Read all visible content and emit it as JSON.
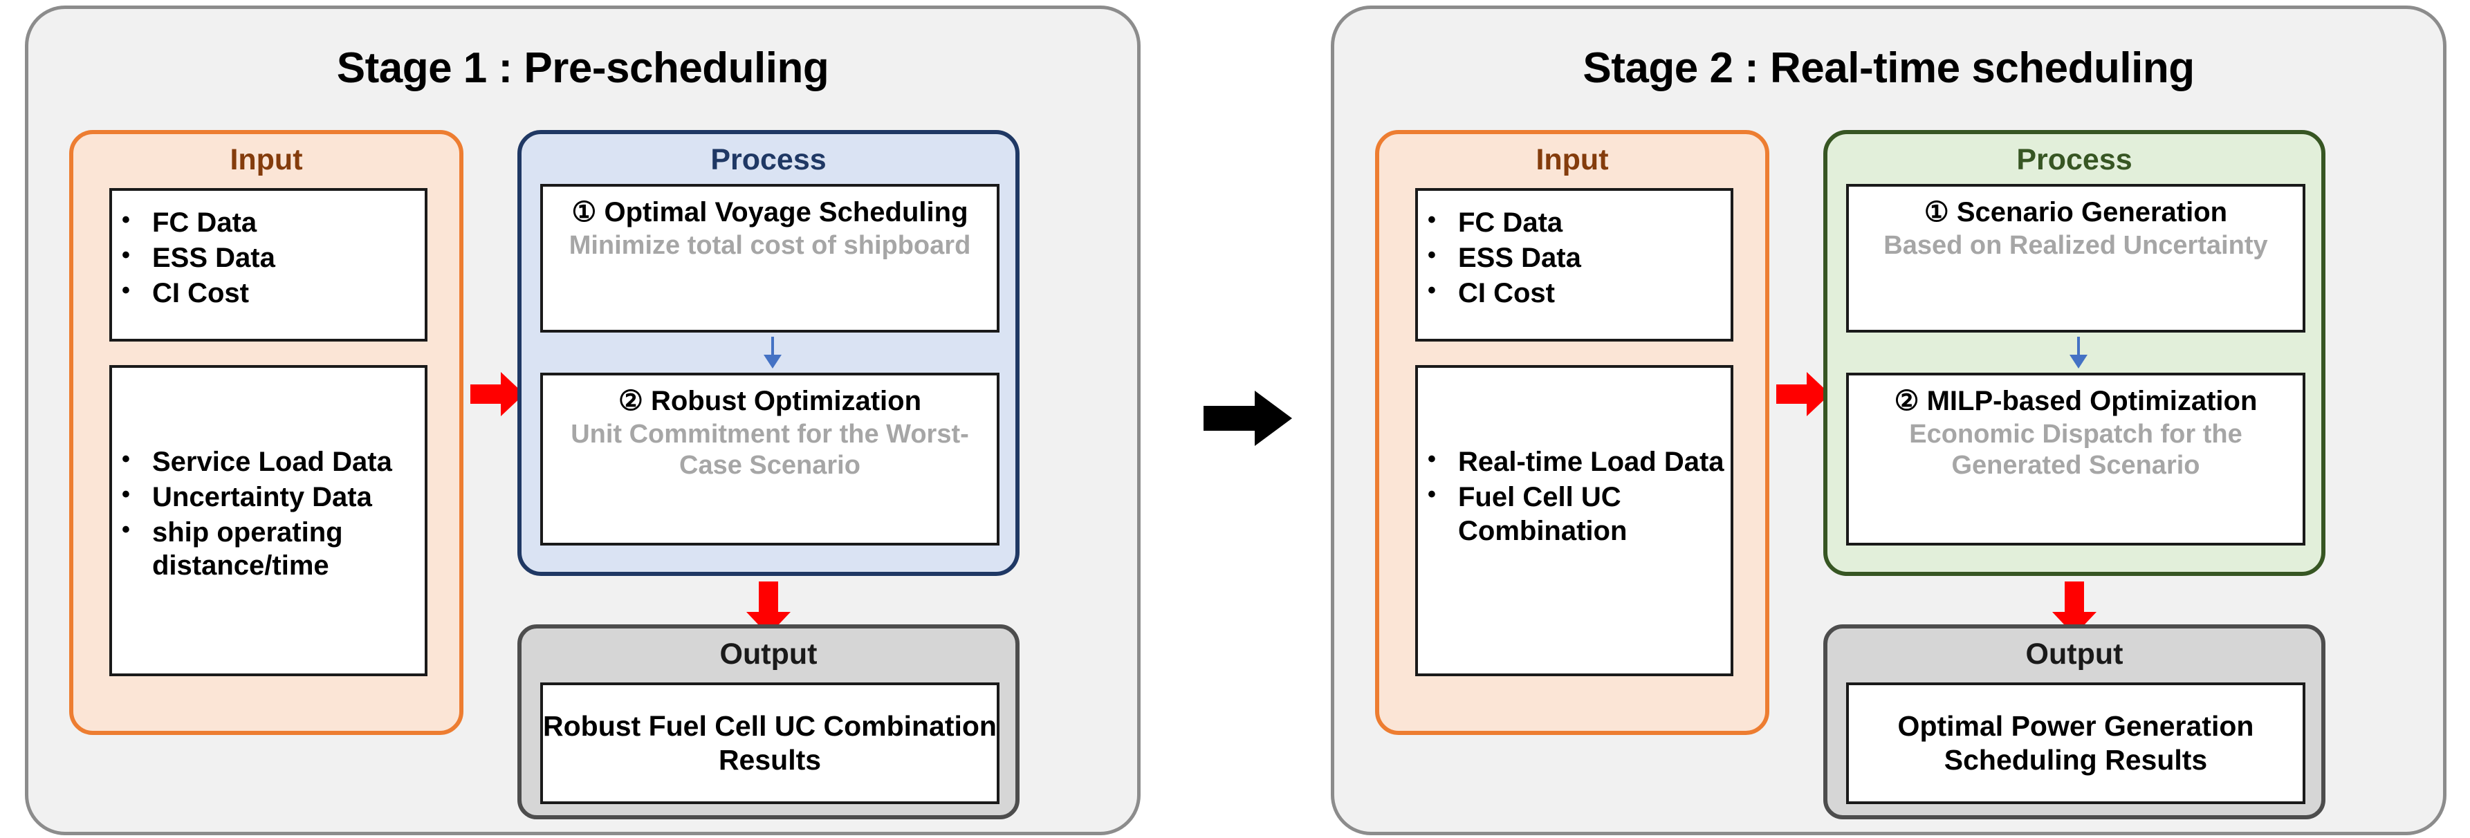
{
  "diagram": {
    "title_stage1": "Stage 1 : Pre-scheduling",
    "title_stage2": "Stage 2 : Real-time scheduling",
    "labels": {
      "input": "Input",
      "process": "Process",
      "output": "Output"
    },
    "colors": {
      "input_border": "#ED7D31",
      "input_fill": "#FBE5D6",
      "input_label": "#843C0C",
      "process1_border": "#1F3864",
      "process1_fill": "#DAE3F3",
      "process2_border": "#375623",
      "process2_fill": "#E2EFDA",
      "output_border": "#4D4D4D",
      "output_fill": "#D6D6D6",
      "panel_border": "#8C8C8C",
      "panel_fill": "#F1F1F1",
      "arrow_red": "#FF0000",
      "arrow_blue": "#4472C4",
      "arrow_black": "#000000",
      "subtitle_gray": "#A6A6A6"
    }
  },
  "stage1": {
    "title": "Stage 1 : Pre-scheduling",
    "input": {
      "label": "Input",
      "box1": [
        "FC Data",
        "ESS Data",
        "CI Cost"
      ],
      "box2": [
        "Service Load Data",
        "Uncertainty Data",
        "ship operating distance/time"
      ]
    },
    "process": {
      "label": "Process",
      "steps": [
        {
          "marker": "①",
          "title": "Optimal Voyage Scheduling",
          "subtitle": "Minimize total cost of shipboard"
        },
        {
          "marker": "②",
          "title": "Robust Optimization",
          "subtitle": "Unit Commitment for the Worst-Case Scenario"
        }
      ]
    },
    "output": {
      "label": "Output",
      "text": "Robust Fuel Cell UC Combination Results"
    }
  },
  "stage2": {
    "title": "Stage 2 : Real-time scheduling",
    "input": {
      "label": "Input",
      "box1": [
        "FC Data",
        "ESS Data",
        "CI Cost"
      ],
      "box2": [
        "Real-time Load Data",
        "Fuel Cell UC Combination"
      ]
    },
    "process": {
      "label": "Process",
      "steps": [
        {
          "marker": "①",
          "title": "Scenario Generation",
          "subtitle": "Based on Realized Uncertainty"
        },
        {
          "marker": "②",
          "title": "MILP-based Optimization",
          "subtitle": "Economic Dispatch for the Generated Scenario"
        }
      ]
    },
    "output": {
      "label": "Output",
      "text": "Optimal Power Generation Scheduling Results"
    }
  }
}
